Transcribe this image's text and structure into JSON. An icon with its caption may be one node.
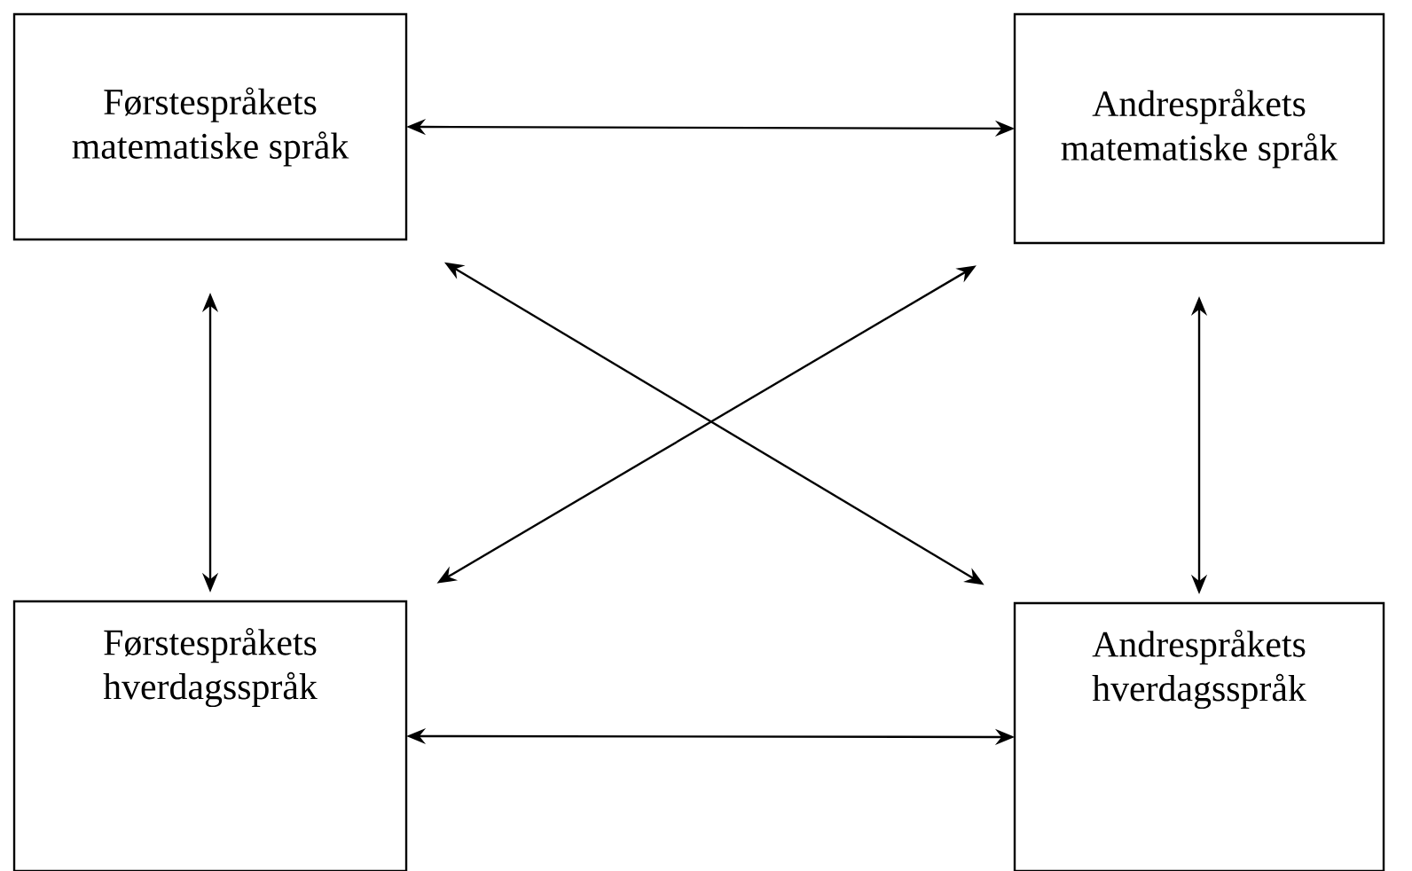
{
  "diagram": {
    "nodes": [
      {
        "text": [
          "Førstespråkets matematiske språk"
        ]
      },
      {
        "text": [
          "Andrespråkets matematiske språk"
        ]
      },
      {
        "text": [
          "Førstespråkets hverdagsspråk"
        ]
      },
      {
        "text": [
          "Andrespråkets hverdagsspråk"
        ]
      }
    ],
    "edges": [
      {
        "from": 0,
        "to": 1,
        "arrow": "both"
      },
      {
        "from": 0,
        "to": 2,
        "arrow": "both"
      },
      {
        "from": 1,
        "to": 3,
        "arrow": "both"
      },
      {
        "from": 0,
        "to": 3,
        "arrow": "both"
      },
      {
        "from": 1,
        "to": 2,
        "arrow": "both"
      },
      {
        "from": 2,
        "to": 3,
        "arrow": "both"
      }
    ]
  }
}
